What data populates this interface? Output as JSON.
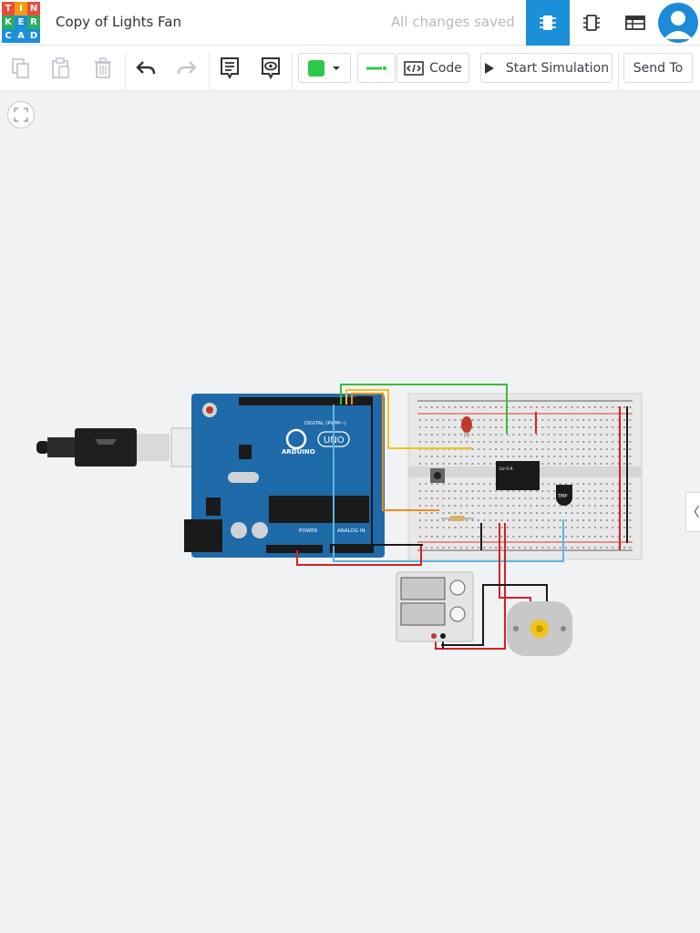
{
  "logo": {
    "letters": [
      "T",
      "I",
      "N",
      "K",
      "E",
      "R",
      "C",
      "A",
      "D"
    ],
    "colors": [
      "#e94c3d",
      "#f39c12",
      "#e94c3d",
      "#27ae60",
      "#1b8fd8",
      "#27ae60",
      "#1b8fd8",
      "#1b8fd8",
      "#1b8fd8"
    ]
  },
  "header": {
    "title": "Copy of Lights Fan",
    "saved_status": "All changes saved",
    "icons": [
      "circuit-view-icon",
      "schematic-view-icon",
      "component-list-icon"
    ]
  },
  "toolbar": {
    "code_label": "Code",
    "simulate_label": "Start Simulation",
    "send_label": "Send To",
    "wire_color": "#2ec84a"
  },
  "canvas": {
    "breadboard_ic_label": "LU-5-R",
    "arduino_label": "ARDUINO",
    "uno_label": "UNO",
    "digital_label": "DIGITAL (PWM~)",
    "power_label": "POWER",
    "analog_label": "ANALOG IN",
    "transistor_label": "TMP"
  },
  "colors": {
    "accent": "#1b8fd8",
    "arduino": "#1f6aa8"
  }
}
